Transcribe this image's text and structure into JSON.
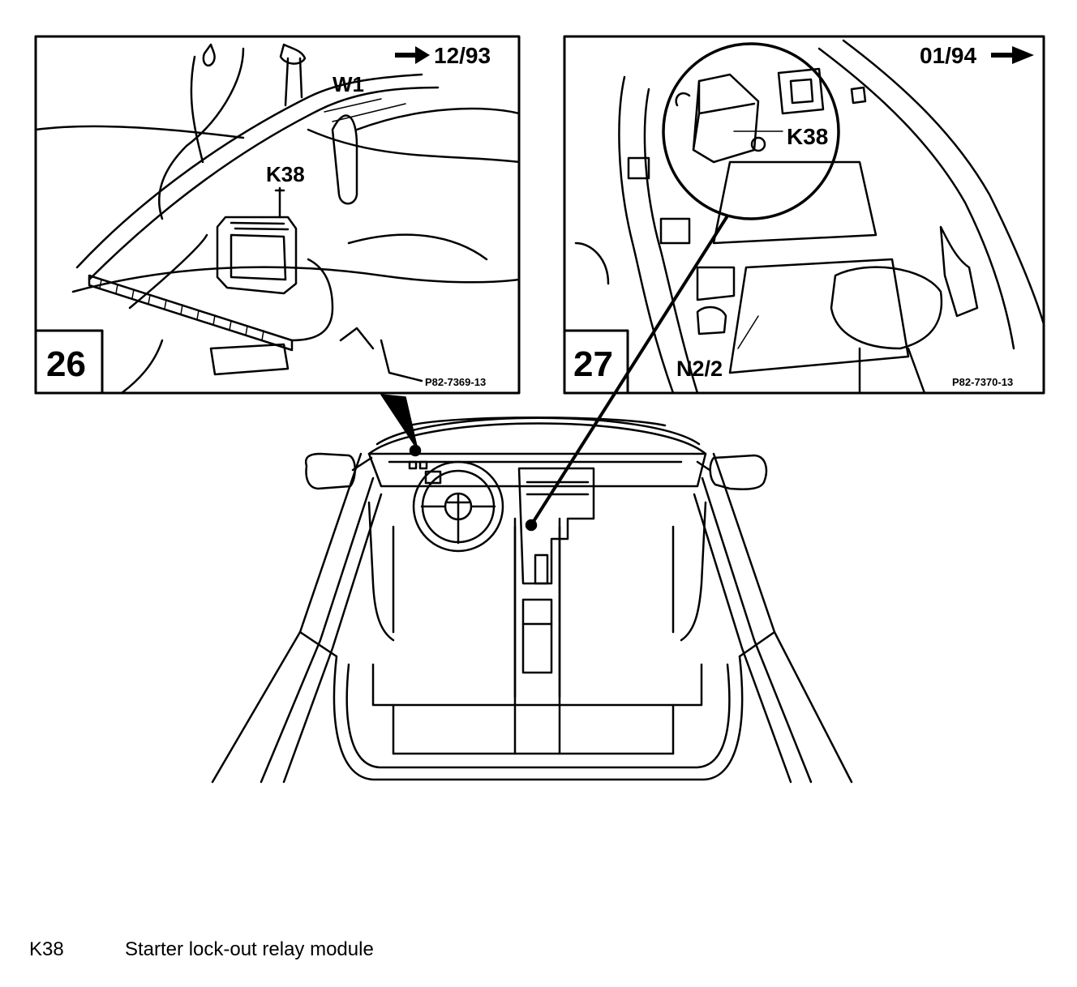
{
  "panels": [
    {
      "number": "26",
      "date_label": "12/93",
      "callouts": [
        "W1",
        "K38"
      ],
      "code": "P82-7369-13"
    },
    {
      "number": "27",
      "date_label": "01/94",
      "callouts": [
        "K38",
        "N2/2"
      ],
      "code": "P82-7370-13"
    }
  ],
  "legend": {
    "items": [
      {
        "code": "K38",
        "description": "Starter lock-out relay module"
      }
    ]
  }
}
